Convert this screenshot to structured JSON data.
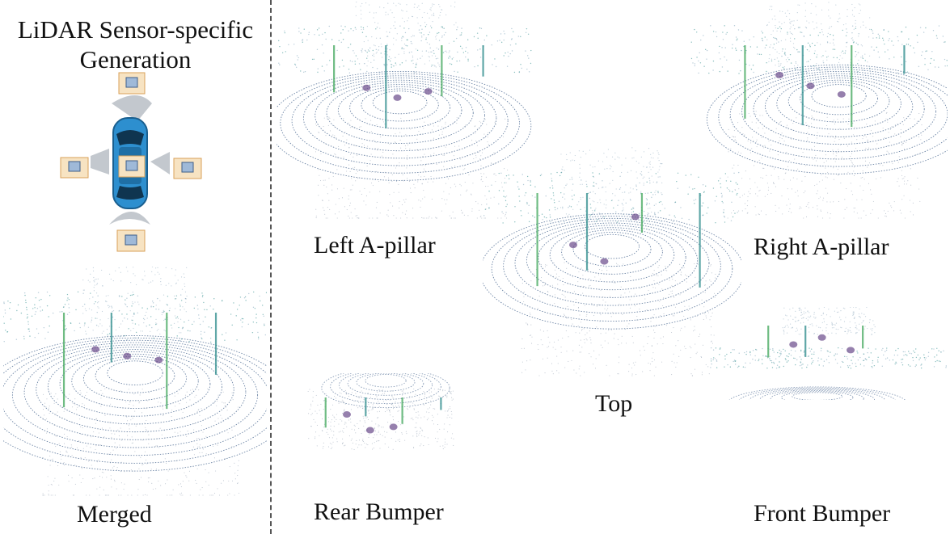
{
  "title": "LiDAR Sensor-specific Generation",
  "labels": {
    "merged": "Merged",
    "left_a_pillar": "Left A-pillar",
    "right_a_pillar": "Right A-pillar",
    "top": "Top",
    "rear_bumper": "Rear Bumper",
    "front_bumper": "Front Bumper"
  },
  "colors": {
    "ring": "#3f5f8a",
    "teal": "#2a8a8a",
    "green": "#3fa65a",
    "purple": "#6a4a8a",
    "car_body": "#2d8fcf",
    "sensor_box": "#f7e3c2"
  },
  "icons": [
    "car-icon",
    "lidar-sensor-icon",
    "sensor-fov-wedge-icon"
  ]
}
